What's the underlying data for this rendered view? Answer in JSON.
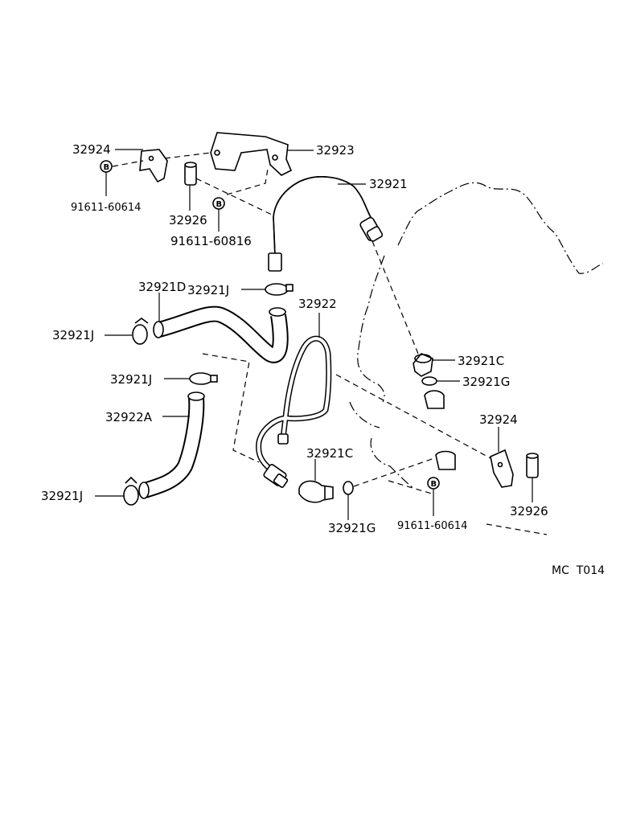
{
  "labels": {
    "c32924_top": "32924",
    "c32923": "32923",
    "c32921": "32921",
    "bolt_top_left": "91611-60614",
    "c32926_top": "32926",
    "bolt_top_mid": "91611-60816",
    "c32921D": "32921D",
    "c32921J_top": "32921J",
    "c32922": "32922",
    "c32921J_left": "32921J",
    "c32921C_right": "32921C",
    "c32921G_right": "32921G",
    "c32921J_mid": "32921J",
    "c32922A": "32922A",
    "c32924_right": "32924",
    "c32921C_mid": "32921C",
    "c32921J_bottom": "32921J",
    "bolt_bottom": "91611-60614",
    "c32921G_bottom": "32921G",
    "c32926_right": "32926",
    "footer_code": "MC  T014"
  },
  "bolt_marker": "B",
  "icons": [
    "bolt-icon",
    "hose-clamp-icon",
    "bracket-icon",
    "pipe-icon",
    "hose-icon",
    "union-fitting-icon",
    "gasket-icon",
    "cushion-icon"
  ]
}
